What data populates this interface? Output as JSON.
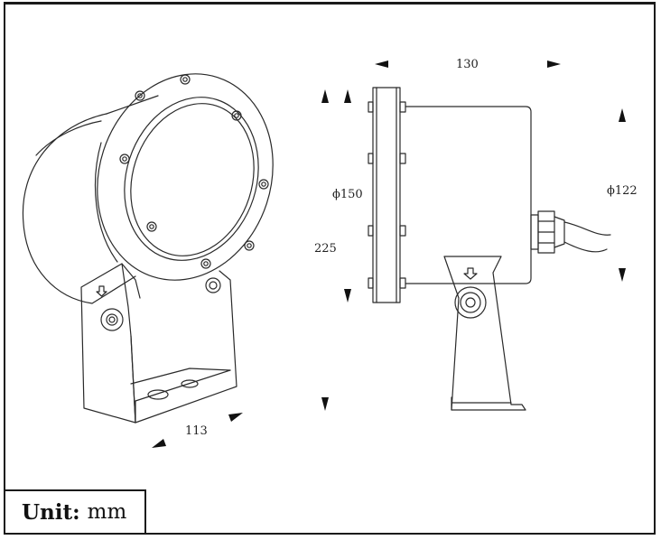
{
  "dimensions": {
    "width": "130",
    "front_diameter": "ϕ150",
    "body_diameter": "ϕ122",
    "height": "225",
    "bracket_width": "113"
  },
  "unit": {
    "label": "Unit:",
    "value": "mm"
  }
}
